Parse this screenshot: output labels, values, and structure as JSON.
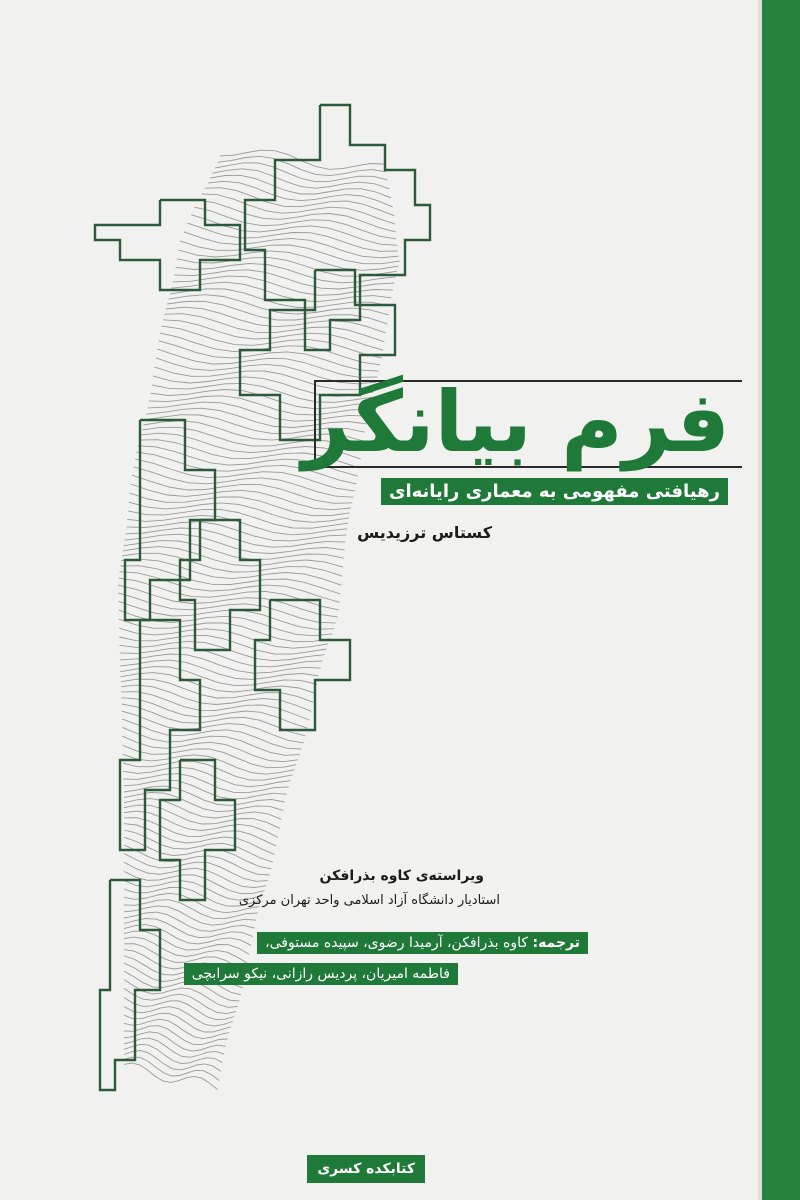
{
  "book": {
    "title": "فرم بیانگر",
    "subtitle": "رهیافتی مفهومی به معماری رایانه‌ای",
    "author": "کستاس ترزیدیس",
    "editor_label": "ویراسته‌ی کاوه بذرافکن",
    "editor_affiliation": "استادیار دانشگاه آزاد اسلامی واحد تهران مرکزی",
    "translators_label": "ترجمه:",
    "translators_line1": "کاوه بذرافکن، آرمیدا رضوی، سپیده مستوفی،",
    "translators_line2": "فاطمه امیریان، پردیس رازانی، نیکو سرابچی",
    "publisher": "کتابکده کسری"
  },
  "colors": {
    "accent_green": "#1f7a3a",
    "spine_green": "#24843f",
    "paper": "#f1f1ef",
    "ink": "#1c1c1c",
    "linework_gray": "#9a9a9a",
    "linework_dark": "#2c5a3a"
  }
}
